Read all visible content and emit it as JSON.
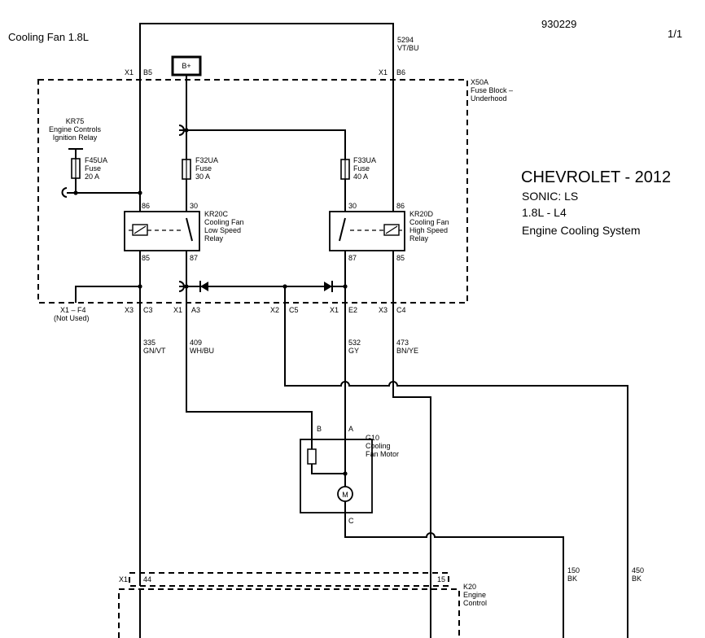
{
  "header": {
    "title": "Cooling Fan  1.8L",
    "doc_number": "930229",
    "page": "1/1"
  },
  "vehicle": {
    "make_year": "CHEVROLET - 2012",
    "model": "SONIC: LS",
    "engine": "1.8L - L4",
    "system": "Engine Cooling System"
  },
  "fuse_block": {
    "id": "X50A",
    "name_line1": "Fuse Block –",
    "name_line2": "Underhood",
    "power": "B+"
  },
  "connectors": {
    "x1_b5_conn": "X1",
    "x1_b5_pin": "B5",
    "x1_b6_conn": "X1",
    "x1_b6_pin": "B6",
    "x3_c3_conn": "X3",
    "x3_c3_pin": "C3",
    "x1_a3_conn": "X1",
    "x1_a3_pin": "A3",
    "x2_c5_conn": "X2",
    "x2_c5_pin": "C5",
    "x1_e2_conn": "X1",
    "x1_e2_pin": "E2",
    "x3_c4_conn": "X3",
    "x3_c4_pin": "C4",
    "x1_f4": "X1 – F4",
    "x1_f4_note": "(Not Used)",
    "k20_conn": "X1",
    "k20_pin_left": "44",
    "k20_pin_right": "15"
  },
  "wires": {
    "w5294_num": "5294",
    "w5294_color": "VT/BU",
    "w335_num": "335",
    "w335_color": "GN/VT",
    "w409_num": "409",
    "w409_color": "WH/BU",
    "w532_num": "532",
    "w532_color": "GY",
    "w473_num": "473",
    "w473_color": "BN/YE",
    "w150_num": "150",
    "w150_color": "BK",
    "w450_num": "450",
    "w450_color": "BK"
  },
  "components": {
    "kr75": {
      "id": "KR75",
      "line1": "Engine Controls",
      "line2": "Ignition Relay"
    },
    "f45ua": {
      "id": "F45UA",
      "type": "Fuse",
      "rating": "20 A"
    },
    "f32ua": {
      "id": "F32UA",
      "type": "Fuse",
      "rating": "30 A"
    },
    "f33ua": {
      "id": "F33UA",
      "type": "Fuse",
      "rating": "40 A"
    },
    "kr20c": {
      "id": "KR20C",
      "line1": "Cooling Fan",
      "line2": "Low Speed",
      "line3": "Relay",
      "pin_86": "86",
      "pin_30": "30",
      "pin_85": "85",
      "pin_87": "87"
    },
    "kr20d": {
      "id": "KR20D",
      "line1": "Cooling Fan",
      "line2": "High Speed",
      "line3": "Relay",
      "pin_30": "30",
      "pin_86": "86",
      "pin_87": "87",
      "pin_85": "85"
    },
    "g10": {
      "id": "G10",
      "line1": "Cooling",
      "line2": "Fan Motor",
      "pin_b": "B",
      "pin_a": "A",
      "pin_c": "C",
      "symbol": "M"
    },
    "k20": {
      "id": "K20",
      "line1": "Engine",
      "line2": "Control"
    }
  }
}
